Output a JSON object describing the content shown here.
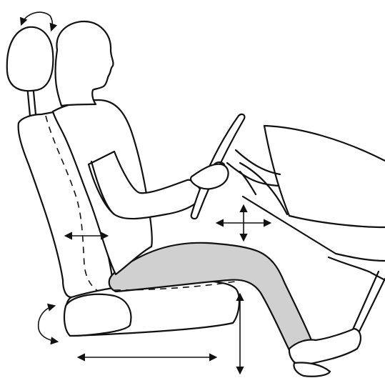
{
  "figure": {
    "subject": "driver-seat-adjustment",
    "colors": {
      "line": "#111111",
      "background": "#ffffff",
      "leg_fill": "#d0d0d0"
    },
    "adjustments": [
      {
        "name": "head-restraint-tilt",
        "icon": "curved-double-arrow"
      },
      {
        "name": "lumbar-support",
        "icon": "horizontal-double-arrow"
      },
      {
        "name": "steering-wheel-position",
        "icon": "four-way-arrow"
      },
      {
        "name": "cushion-tilt",
        "icon": "curved-double-arrow"
      },
      {
        "name": "seat-height",
        "icon": "vertical-double-arrow"
      },
      {
        "name": "seat-fore-aft",
        "icon": "horizontal-double-arrow"
      }
    ]
  }
}
